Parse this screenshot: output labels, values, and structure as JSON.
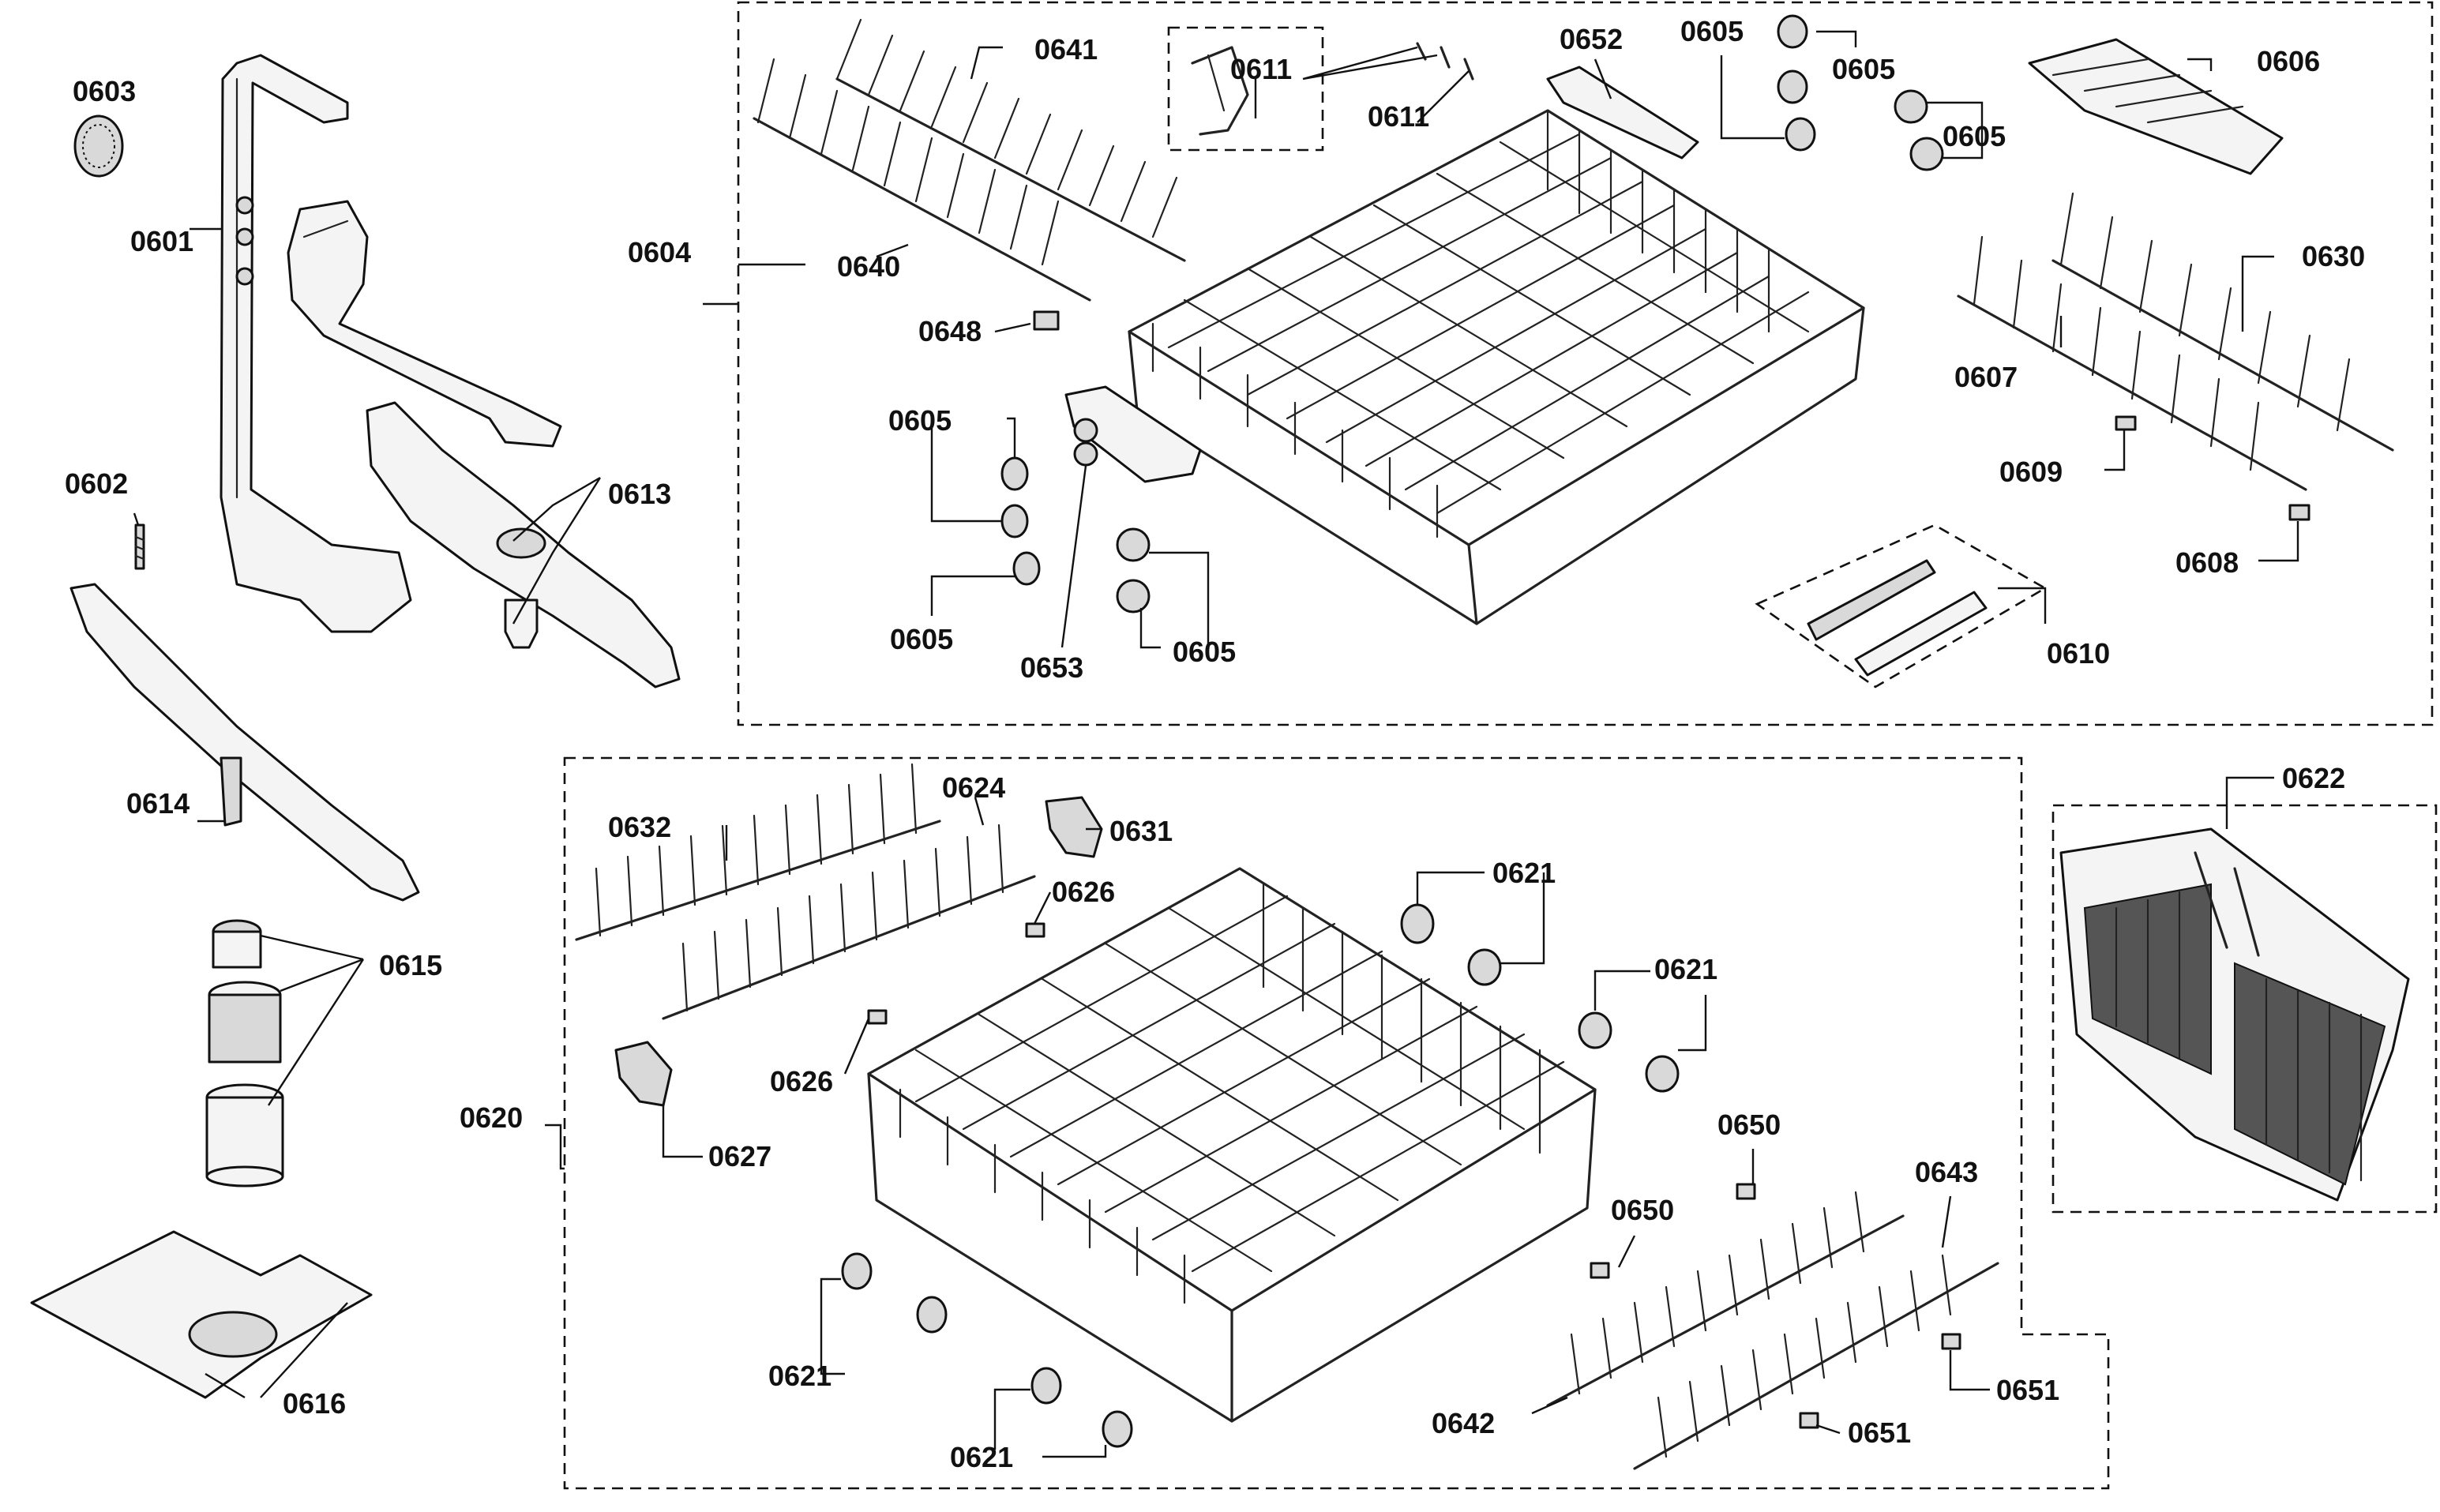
{
  "labels": {
    "l0601": "0601",
    "l0602": "0602",
    "l0603": "0603",
    "l0604": "0604",
    "l0605a": "0605",
    "l0605b": "0605",
    "l0605c": "0605",
    "l0605d": "0605",
    "l0605e": "0605",
    "l0605f": "0605",
    "l0606": "0606",
    "l0607": "0607",
    "l0608": "0608",
    "l0609": "0609",
    "l0610": "0610",
    "l0611a": "0611",
    "l0611b": "0611",
    "l0613": "0613",
    "l0614": "0614",
    "l0615": "0615",
    "l0616": "0616",
    "l0620": "0620",
    "l0621a": "0621",
    "l0621b": "0621",
    "l0621c": "0621",
    "l0621d": "0621",
    "l0622": "0622",
    "l0624": "0624",
    "l0626a": "0626",
    "l0626b": "0626",
    "l0627": "0627",
    "l0630": "0630",
    "l0631": "0631",
    "l0632": "0632",
    "l0640": "0640",
    "l0641": "0641",
    "l0642": "0642",
    "l0643": "0643",
    "l0648": "0648",
    "l0650a": "0650",
    "l0650b": "0650",
    "l0651a": "0651",
    "l0651b": "0651",
    "l0652": "0652",
    "l0653": "0653"
  }
}
